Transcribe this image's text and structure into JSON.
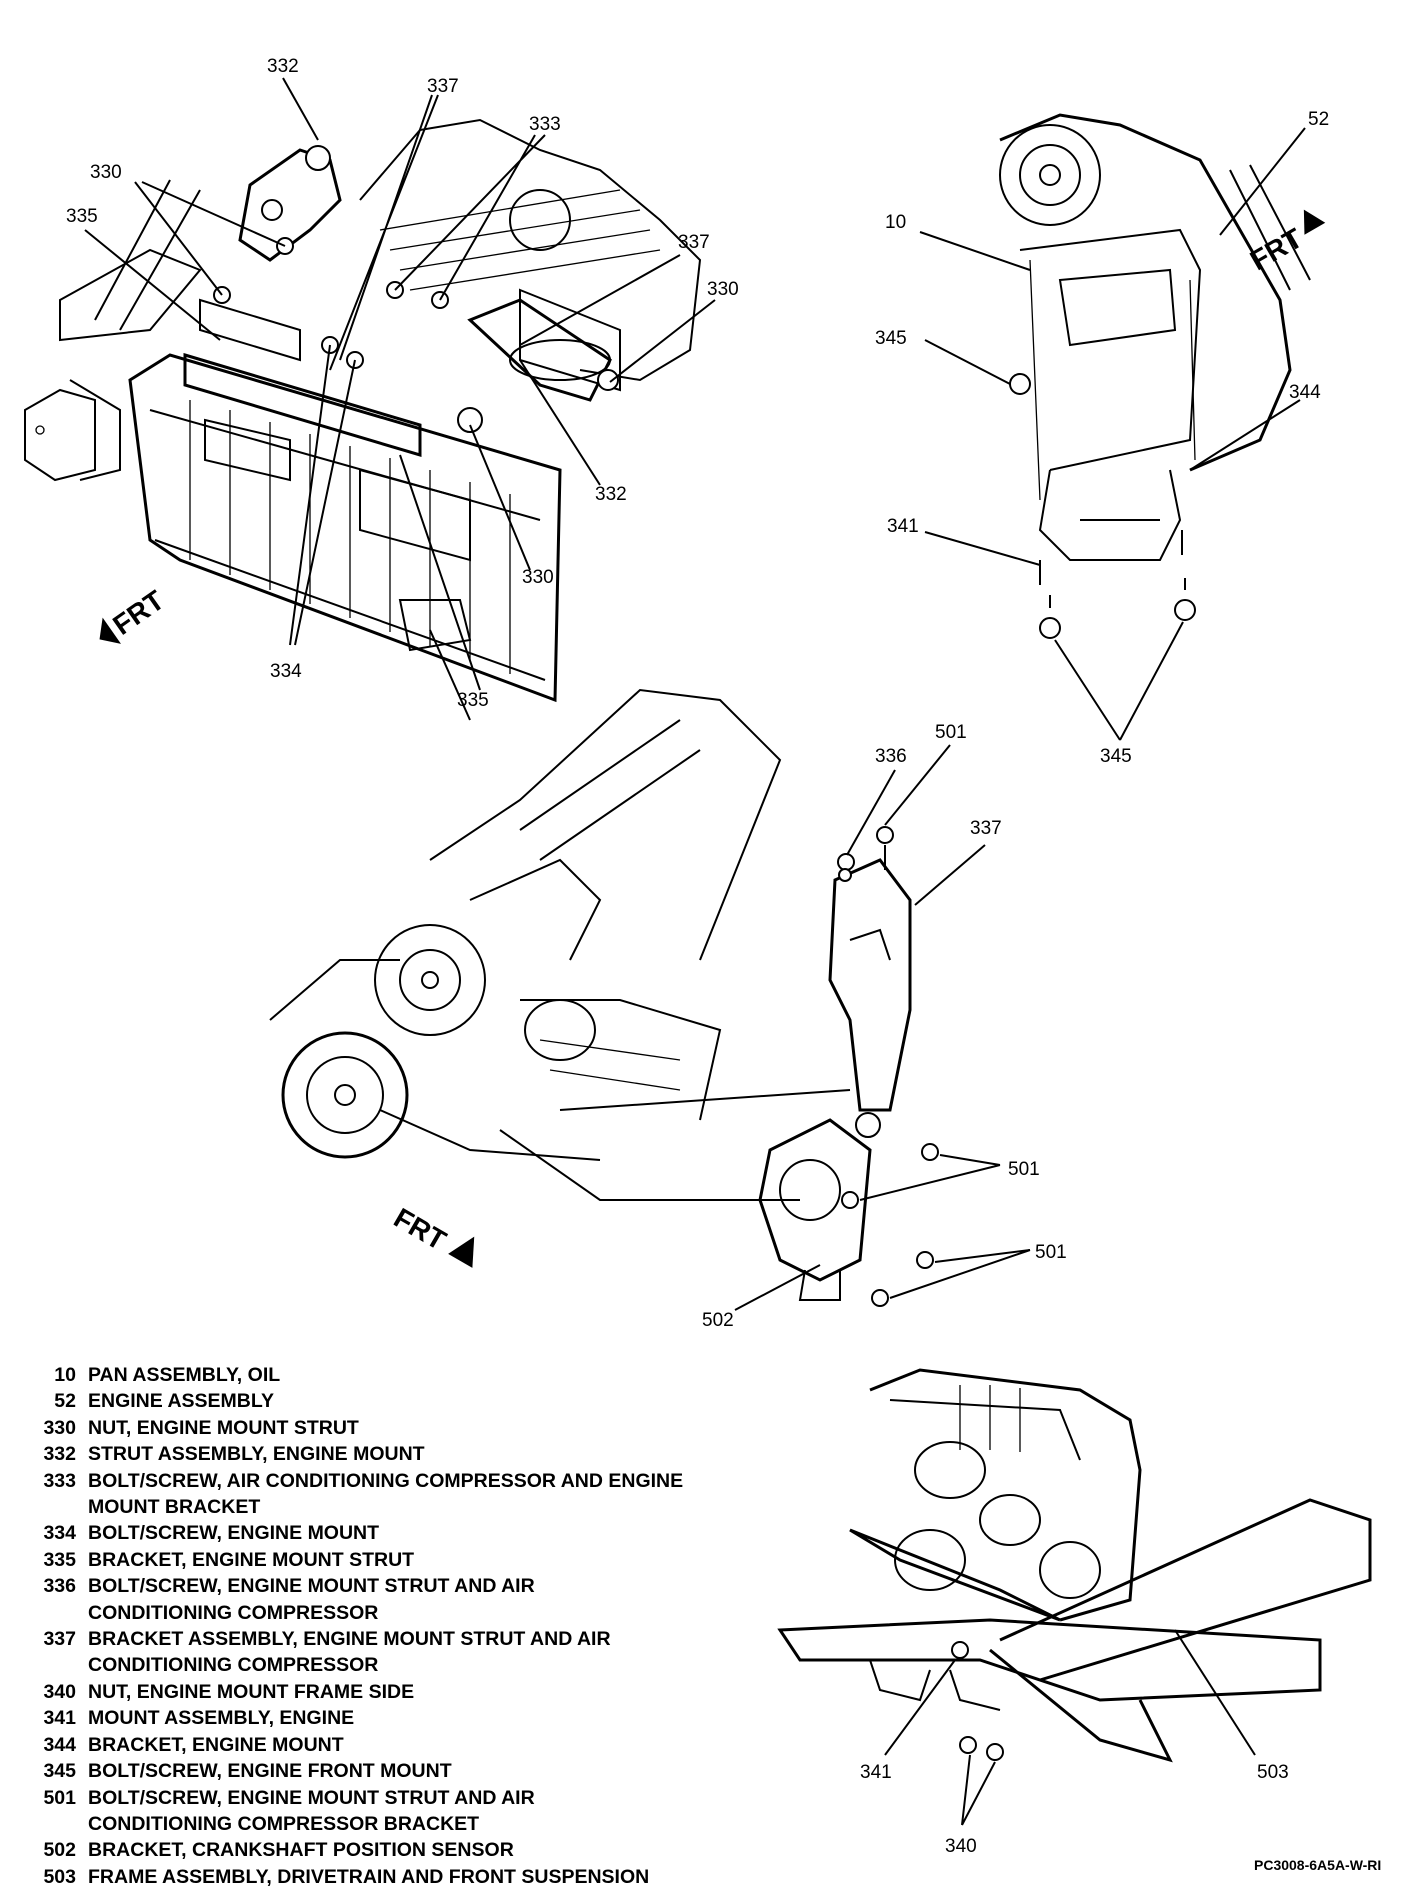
{
  "diagram": {
    "frt_label": "FRT",
    "drawing_code": "PC3008-6A5A-W-RI",
    "callouts": {
      "a332": "332",
      "a337": "337",
      "a333": "333",
      "a330": "330",
      "a335": "335",
      "a337b": "337",
      "a330b": "330",
      "a332b": "332",
      "a330c": "330",
      "a334": "334",
      "a335b": "335",
      "b52": "52",
      "b10": "10",
      "b345": "345",
      "b344": "344",
      "b341": "341",
      "b345b": "345",
      "c501": "501",
      "c336": "336",
      "c337": "337",
      "c501b": "501",
      "c501c": "501",
      "c502": "502",
      "d503": "503",
      "d341": "341",
      "d340": "340"
    }
  },
  "legend": [
    {
      "num": "10",
      "text": "PAN ASSEMBLY, OIL"
    },
    {
      "num": "52",
      "text": "ENGINE ASSEMBLY"
    },
    {
      "num": "330",
      "text": "NUT, ENGINE MOUNT STRUT"
    },
    {
      "num": "332",
      "text": "STRUT ASSEMBLY, ENGINE MOUNT"
    },
    {
      "num": "333",
      "text": "BOLT/SCREW, AIR CONDITIONING COMPRESSOR AND ENGINE\nMOUNT BRACKET"
    },
    {
      "num": "334",
      "text": "BOLT/SCREW, ENGINE MOUNT"
    },
    {
      "num": "335",
      "text": "BRACKET, ENGINE MOUNT STRUT"
    },
    {
      "num": "336",
      "text": "BOLT/SCREW, ENGINE MOUNT STRUT AND AIR\nCONDITIONING COMPRESSOR"
    },
    {
      "num": "337",
      "text": "BRACKET ASSEMBLY, ENGINE MOUNT STRUT AND AIR\nCONDITIONING COMPRESSOR"
    },
    {
      "num": "340",
      "text": "NUT, ENGINE MOUNT FRAME SIDE"
    },
    {
      "num": "341",
      "text": "MOUNT ASSEMBLY, ENGINE"
    },
    {
      "num": "344",
      "text": "BRACKET, ENGINE MOUNT"
    },
    {
      "num": "345",
      "text": "BOLT/SCREW, ENGINE FRONT MOUNT"
    },
    {
      "num": "501",
      "text": "BOLT/SCREW, ENGINE MOUNT STRUT AND AIR\nCONDITIONING COMPRESSOR BRACKET"
    },
    {
      "num": "502",
      "text": "BRACKET, CRANKSHAFT POSITION SENSOR"
    },
    {
      "num": "503",
      "text": "FRAME ASSEMBLY, DRIVETRAIN AND FRONT SUSPENSION"
    }
  ]
}
